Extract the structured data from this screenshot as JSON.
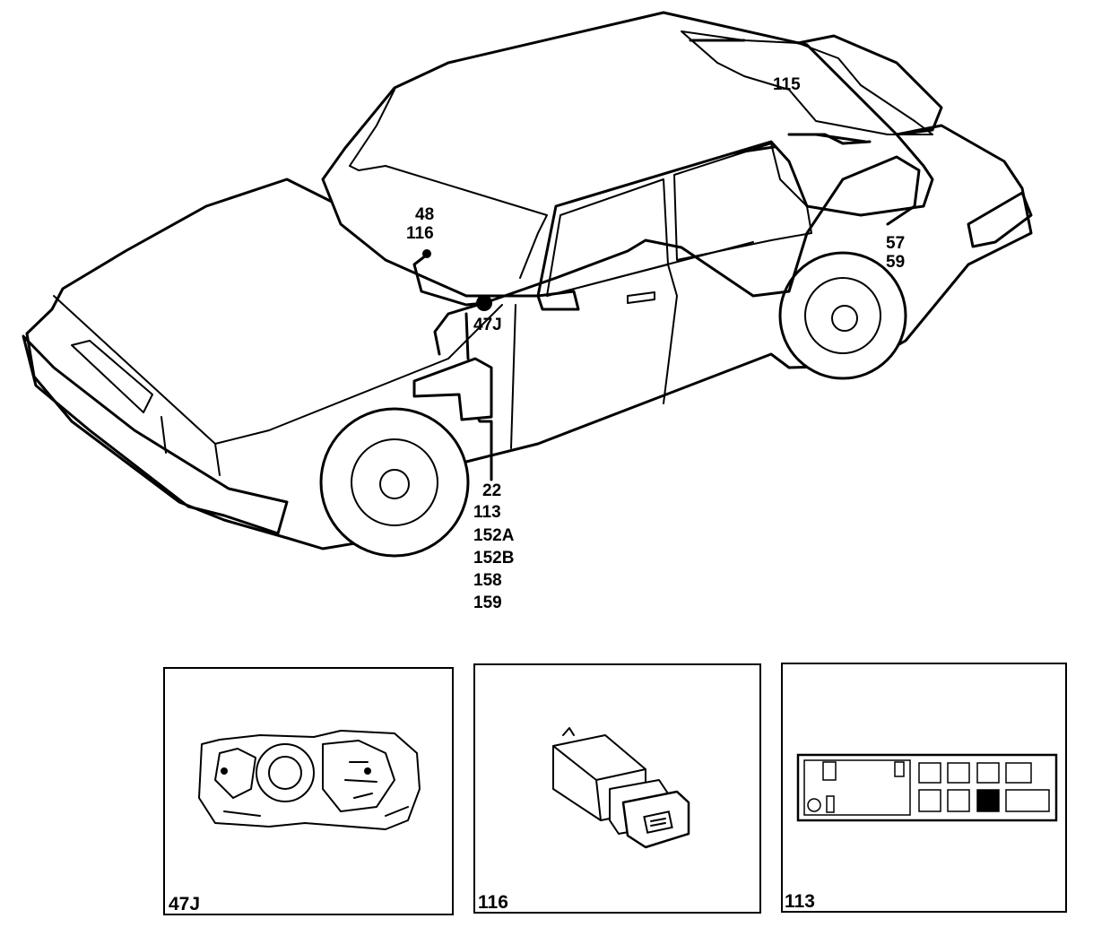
{
  "callouts": {
    "c48": "48",
    "c116": "116",
    "c47j": "47J",
    "c115": "115",
    "c57": "57",
    "c59": "59",
    "c22": "22",
    "c113": "113",
    "c152a": "152A",
    "c152b": "152B",
    "c158": "158",
    "c159": "159"
  },
  "insets": [
    {
      "label": "47J",
      "depicts": "instrument-cluster-icon"
    },
    {
      "label": "116",
      "depicts": "rocker-switch-icon"
    },
    {
      "label": "113",
      "depicts": "fuse-relay-box-icon"
    }
  ]
}
